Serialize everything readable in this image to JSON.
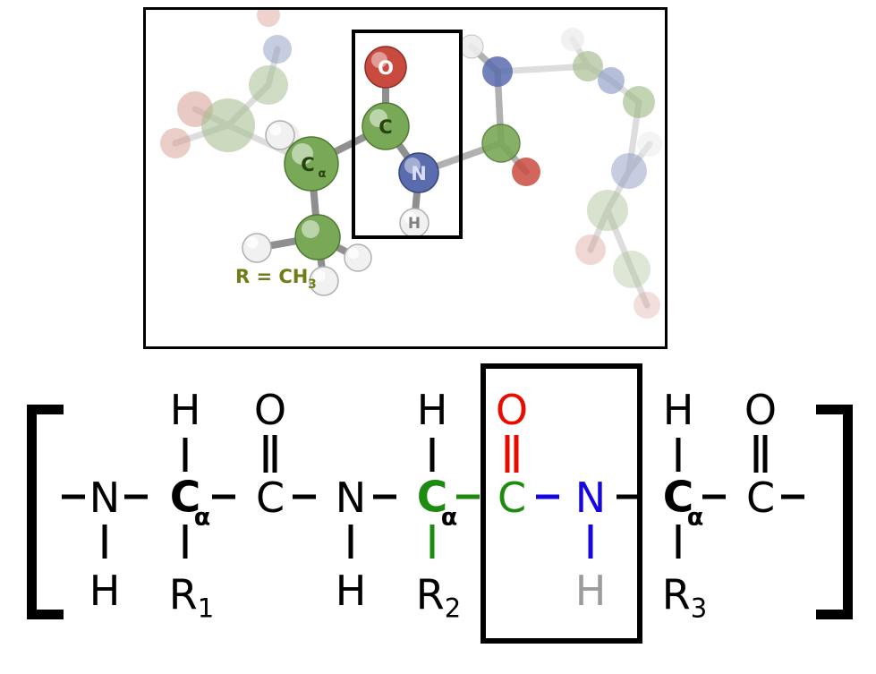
{
  "colors": {
    "highlight_red": "#e80c00",
    "highlight_green": "#1d8a10",
    "highlight_blue": "#1607e0",
    "muted_gray": "#9c9c9c",
    "r_label_olive": "#6f7d16",
    "black": "#000000"
  },
  "model3d": {
    "labels": {
      "oxygen": "O",
      "carbonyl_carbon": "C",
      "alpha_carbon": "C",
      "alpha_carbon_sub": "α",
      "nitrogen": "N",
      "amide_hydrogen": "H",
      "r_group": "R = CH",
      "r_group_sub": "3"
    }
  },
  "formula": {
    "left_bracket": "[",
    "right_bracket": "]",
    "residue1": {
      "n": "N",
      "n_h": "H",
      "c_alpha": "C",
      "alpha": "α",
      "c_alpha_h": "H",
      "r": "R",
      "r_sub": "1",
      "carbonyl_c": "C",
      "oxygen": "O"
    },
    "residue2": {
      "n": "N",
      "n_h": "H",
      "c_alpha": "C",
      "alpha": "α",
      "c_alpha_h": "H",
      "r": "R",
      "r_sub": "2",
      "carbonyl_c": "C",
      "oxygen": "O"
    },
    "residue3": {
      "n": "N",
      "n_h": "H",
      "c_alpha": "C",
      "alpha": "α",
      "c_alpha_h": "H",
      "r": "R",
      "r_sub": "3",
      "carbonyl_c": "C",
      "oxygen": "O"
    }
  }
}
